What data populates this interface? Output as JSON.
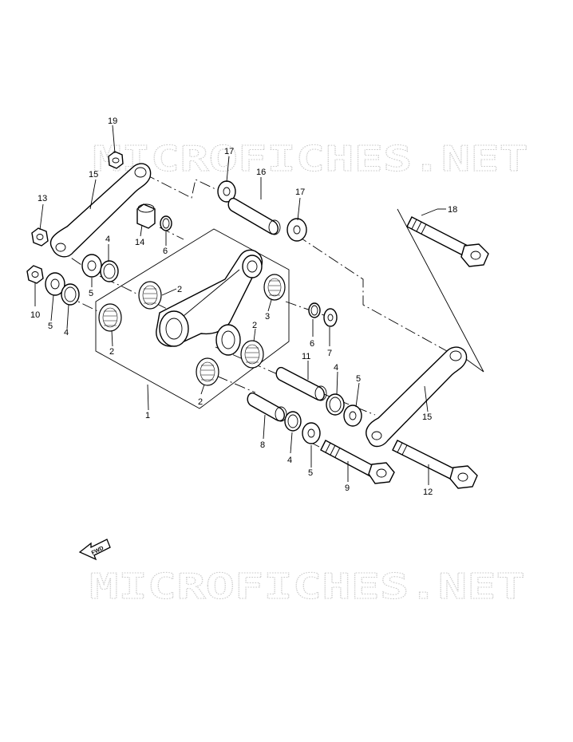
{
  "watermark": {
    "top": "MICROFICHES.NET",
    "bottom": "MICROFICHES.NET"
  },
  "fwd_label": "FWD",
  "callouts": {
    "c1": "1",
    "c2a": "2",
    "c2b": "2",
    "c2c": "2",
    "c2d": "2",
    "c3": "3",
    "c4a": "4",
    "c4b": "4",
    "c4c": "4",
    "c4d": "4",
    "c5a": "5",
    "c5b": "5",
    "c5c": "5",
    "c5d": "5",
    "c6a": "6",
    "c6b": "6",
    "c7": "7",
    "c8": "8",
    "c9": "9",
    "c10": "10",
    "c11": "11",
    "c12": "12",
    "c13": "13",
    "c14": "14",
    "c15a": "15",
    "c15b": "15",
    "c16": "16",
    "c17a": "17",
    "c17b": "17",
    "c18": "18",
    "c19": "19"
  }
}
